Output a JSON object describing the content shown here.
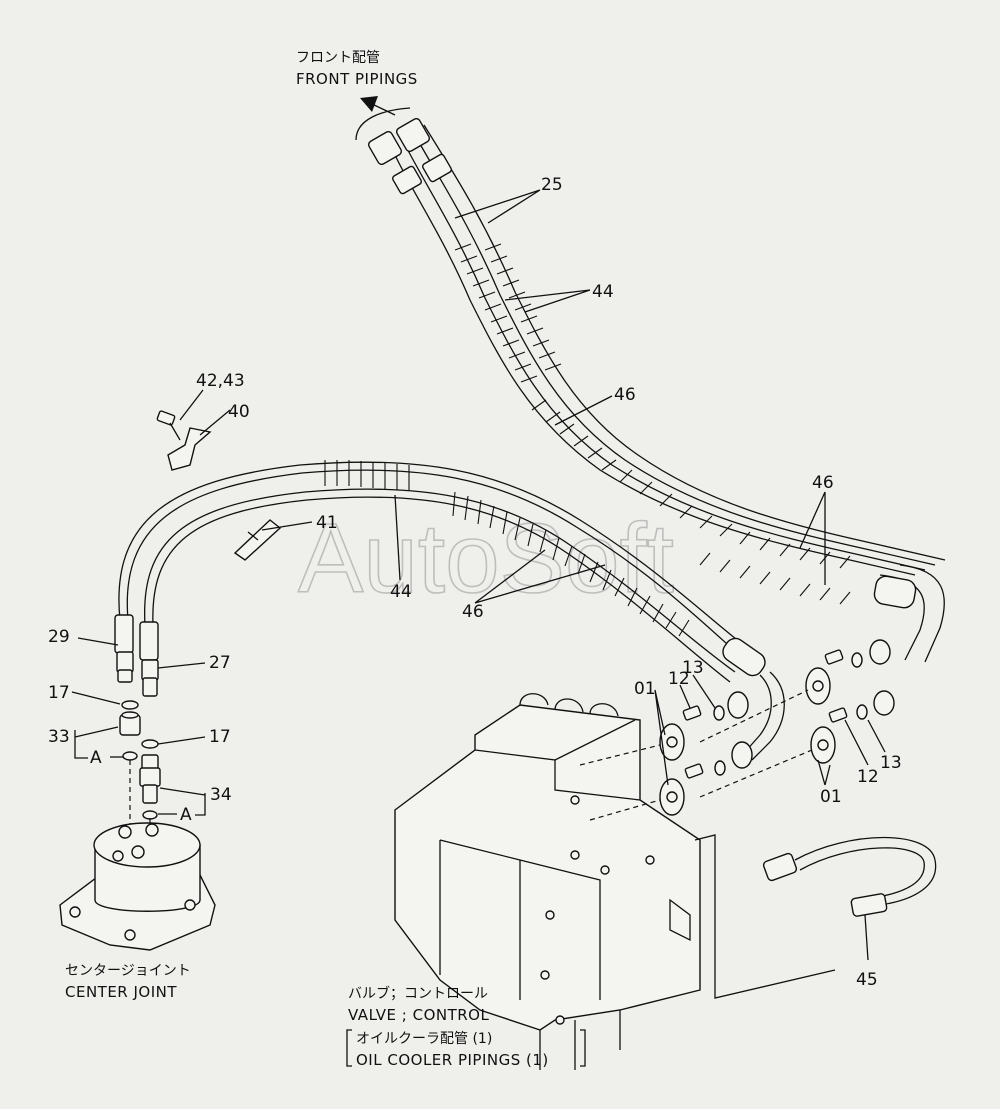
{
  "captions": {
    "front_jp": "フロント配管",
    "front_en": "FRONT PIPINGS",
    "center_jp": "センタージョイント",
    "center_en": "CENTER JOINT",
    "valve_jp": "バルブ；コントロール",
    "valve_en": "VALVE ; CONTROL",
    "cooler_jp": "オイルクーラ配管 (1)",
    "cooler_en": "OIL COOLER PIPINGS (1)"
  },
  "callouts": {
    "p25": "25",
    "p44_top": "44",
    "p46_top": "46",
    "p46_right": "46",
    "p42_43": "42,43",
    "p40": "40",
    "p41": "41",
    "p44_mid": "44",
    "p46_mid": "46",
    "p29": "29",
    "p27": "27",
    "p17_left": "17",
    "p17_right": "17",
    "p33": "33",
    "a_left": "A",
    "p34": "34",
    "a_right": "A",
    "p01_left": "01",
    "p12_left": "12",
    "p13_left": "13",
    "p12_right": "12",
    "p13_right": "13",
    "p01_right": "01",
    "p45": "45"
  },
  "watermark": "AutoSoft"
}
